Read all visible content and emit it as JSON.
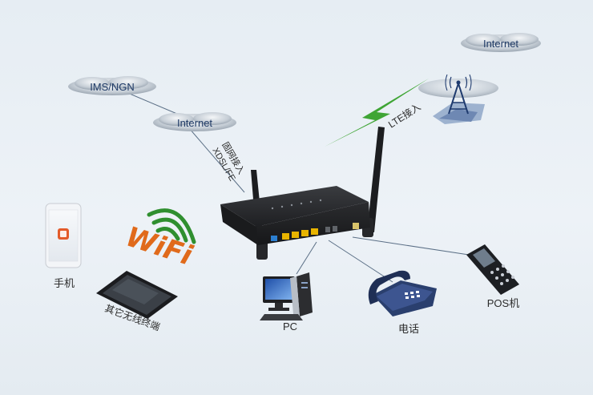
{
  "clouds": {
    "ims": "IMS/NGN",
    "internet_left": "Internet",
    "internet_top": "Internet"
  },
  "links": {
    "fixed_access": "固网接入",
    "fixed_types": "XDSL/FE",
    "lte_access": "LTE接入"
  },
  "devices": {
    "phone": "手机",
    "other_terminals": "其它无线终端",
    "pc": "PC",
    "telephone": "电话",
    "pos": "POS机"
  },
  "wifi": {
    "logo_text": "WiFi"
  },
  "colors": {
    "lightning": "#3fa535",
    "router_body": "#2a2b2e",
    "port_lan": "#e8b400",
    "port_wan": "#2c7fd0",
    "cloud_fill": "#c9d1d9",
    "wifi_green": "#2f8f2f",
    "wifi_orange": "#e06a1b"
  }
}
